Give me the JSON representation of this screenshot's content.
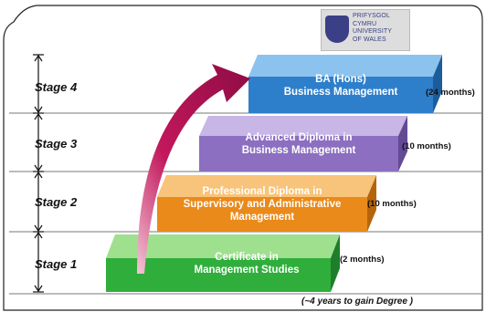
{
  "stages": [
    {
      "label": "Stage 4",
      "lines": [
        "BA (Hons)",
        "Business Management"
      ],
      "duration": "(24 months)",
      "color": "#2e7fcb"
    },
    {
      "label": "Stage 3",
      "lines": [
        "Advanced Diploma in",
        "Business Management"
      ],
      "duration": "(10 months)",
      "color": "#8c6fc0"
    },
    {
      "label": "Stage 2",
      "lines": [
        "Professional Diploma in",
        "Supervisory and Administrative",
        "Management"
      ],
      "duration": "(10 months)",
      "color": "#e98a1a"
    },
    {
      "label": "Stage 1",
      "lines": [
        "Certificate in",
        "Management Studies"
      ],
      "duration": "(2 months)",
      "color": "#2fae3c"
    }
  ],
  "logo": {
    "lines": [
      "PRIFYSGOL",
      "CYMRU",
      "UNIVERSITY",
      "OF WALES"
    ]
  },
  "footnote": "(~4 years to gain Degree )",
  "colors": {
    "arrow": "#c2185b",
    "border": "#222222"
  }
}
